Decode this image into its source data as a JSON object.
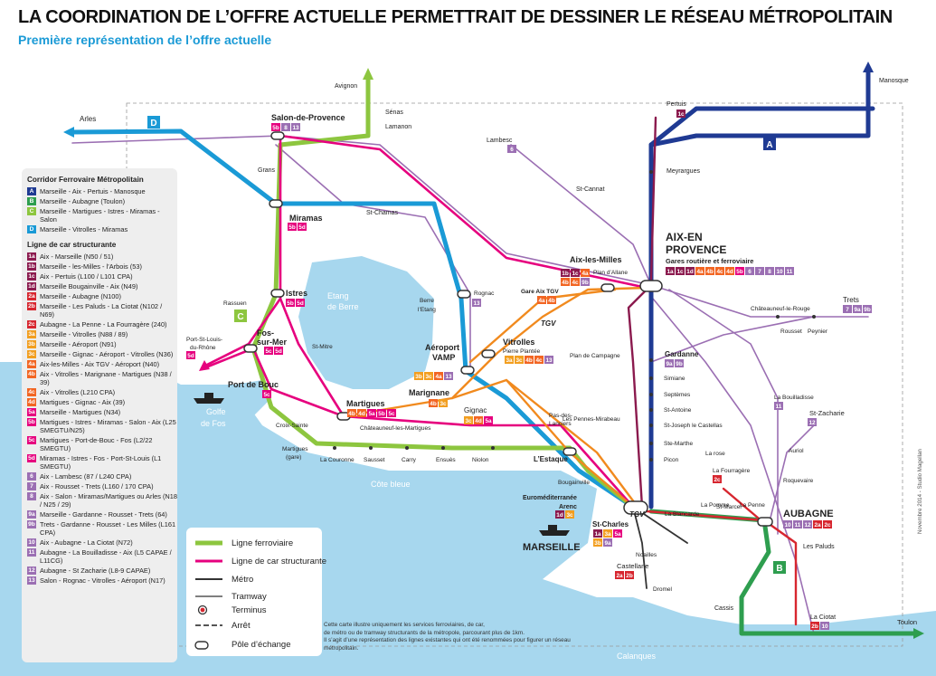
{
  "title": "LA COORDINATION DE L’OFFRE ACTUELLE PERMETTRAIT DE DESSINER LE RÉSEAU MÉTROPOLITAIN",
  "subtitle": "Première représentation de l’offre actuelle",
  "colors": {
    "rail": "#8dc63f",
    "bus": "#e6007e",
    "metro": "#333333",
    "lineA": "#1f3a93",
    "lineB": "#2e9e4f",
    "lineC": "#8dc63f",
    "lineD": "#1a9ad6",
    "purple": "#8b3a8f",
    "orange": "#f18a1e",
    "red": "#d7262f",
    "lilac": "#9b6fb3",
    "sea": "#a7d7ee"
  },
  "legend": {
    "section1": "Corridor Ferrovaire Métropolitain",
    "corridors": [
      {
        "code": "A",
        "text": "Marseille - Aix - Pertuis - Manosque",
        "color": "#1f3a93"
      },
      {
        "code": "B",
        "text": "Marseille - Aubagne (Toulon)",
        "color": "#2e9e4f"
      },
      {
        "code": "C",
        "text": "Marseille - Martigues - Istres - Miramas - Salon",
        "color": "#8dc63f"
      },
      {
        "code": "D",
        "text": "Marseille - Vitrolles - Miramas",
        "color": "#1a9ad6"
      }
    ],
    "section2": "Ligne de car structurante",
    "lines": [
      {
        "code": "1a",
        "text": "Aix - Marseille (N50 / 51)",
        "color": "#8b1a4e"
      },
      {
        "code": "1b",
        "text": "Marseille - les-Milles - l’Arbois (53)",
        "color": "#8b1a4e"
      },
      {
        "code": "1c",
        "text": "Aix - Pertuis (L100 / L101 CPA)",
        "color": "#8b1a4e"
      },
      {
        "code": "1d",
        "text": "Marseille Bougainville - Aix (N49)",
        "color": "#8b1a4e"
      },
      {
        "code": "2a",
        "text": "Marseille - Aubagne (N100)",
        "color": "#d7262f"
      },
      {
        "code": "2b",
        "text": "Marseille - Les Paluds - La Ciotat (N102 / N69)",
        "color": "#d7262f"
      },
      {
        "code": "2c",
        "text": "Aubagne - La Penne - La Fourragère (240)",
        "color": "#d7262f"
      },
      {
        "code": "3a",
        "text": "Marseille - Vitrolles (N88 / 89)",
        "color": "#f29e1f"
      },
      {
        "code": "3b",
        "text": "Marseille - Aéroport (N91)",
        "color": "#f29e1f"
      },
      {
        "code": "3c",
        "text": "Marseille - Gignac - Aéroport - Vitrolles (N36)",
        "color": "#f29e1f"
      },
      {
        "code": "4a",
        "text": "Aix-les-Milles - Aix TGV - Aéroport (N40)",
        "color": "#f26522"
      },
      {
        "code": "4b",
        "text": "Aix - Vitrolles - Marignane - Martigues (N38 / 39)",
        "color": "#f26522"
      },
      {
        "code": "4c",
        "text": "Aix - Vitrolles (L210 CPA)",
        "color": "#f26522"
      },
      {
        "code": "4d",
        "text": "Martigues - Gignac - Aix (39)",
        "color": "#f26522"
      },
      {
        "code": "5a",
        "text": "Marseille - Martigues (N34)",
        "color": "#e6007e"
      },
      {
        "code": "5b",
        "text": "Martigues - Istres - Miramas - Salon - Aix (L25 SMEGTU/N25)",
        "color": "#e6007e"
      },
      {
        "code": "5c",
        "text": "Martigues - Port-de-Bouc - Fos (L2/22 SMEGTU)",
        "color": "#e6007e"
      },
      {
        "code": "5d",
        "text": "Miramas - Istres - Fos - Port-St-Louis (L1 SMEGTU)",
        "color": "#e6007e"
      },
      {
        "code": "6",
        "text": "Aix - Lambesc (87 / L240 CPA)",
        "color": "#9b6fb3"
      },
      {
        "code": "7",
        "text": "Aix - Rousset - Trets (L160 / 170 CPA)",
        "color": "#9b6fb3"
      },
      {
        "code": "8",
        "text": "Aix - Salon - Miramas/Martigues ou Arles (N18 / N25 / 29)",
        "color": "#9b6fb3"
      },
      {
        "code": "9a",
        "text": "Marseille - Gardanne - Rousset - Trets (64)",
        "color": "#9b6fb3"
      },
      {
        "code": "9b",
        "text": "Trets - Gardanne - Rousset - Les Milles (L161 CPA)",
        "color": "#9b6fb3"
      },
      {
        "code": "10",
        "text": "Aix - Aubagne - La Ciotat (N72)",
        "color": "#9b6fb3"
      },
      {
        "code": "11",
        "text": "Aubagne - La Bouilladisse - Aix (L5 CAPAE / L11CG)",
        "color": "#9b6fb3"
      },
      {
        "code": "12",
        "text": "Aubagne - St Zacharie (L8-9 CAPAE)",
        "color": "#9b6fb3"
      },
      {
        "code": "13",
        "text": "Salon - Rognac - Vitrolles - Aéroport (N17)",
        "color": "#9b6fb3"
      }
    ]
  },
  "key": {
    "rail": "Ligne ferroviaire",
    "bus": "Ligne de car structurante",
    "metro": "Métro",
    "tram": "Tramway",
    "terminus": "Terminus",
    "stop": "Arrêt",
    "hub": "Pôle d’échange"
  },
  "note": {
    "line1": "Cette carte illustre uniquement les services ferroviaires, de car,",
    "line2": "de métro ou de tramway structurants de la métropole, parcourant plus de 1km.",
    "line3": "Il s’agit d’une représentation des lignes existantes qui ont été renommées pour figurer un réseau métropolitain."
  },
  "credit": "Novembre 2014 - Studio Magellan",
  "places": {
    "avignon": "Avignon",
    "senas": "Sénas",
    "lamanon": "Lamanon",
    "arles": "Arles",
    "salon": "Salon-de-Provence",
    "grans": "Grans",
    "miramas": "Miramas",
    "stchamas": "St-Chamas",
    "lambesc": "Lambesc",
    "stcannat": "St-Cannat",
    "pertuis": "Pertuis",
    "manosque": "Manosque",
    "meyrargues": "Meyrargues",
    "aix1": "AIX-EN",
    "aix2": "PROVENCE",
    "aix3": "Gares routière et ferroviaire",
    "aixmilles": "Aix-les-Milles",
    "plandallene": "Plan d’Allane",
    "garetgv": "Gare Aix TGV",
    "etang1": "Etang",
    "etang2": "de Berre",
    "berre1": "Berre",
    "berre2": "l’Etang",
    "rognac": "Rognac",
    "rassuen": "Rassuen",
    "istres": "Istres",
    "fos1": "Fos-",
    "fos2": "sur-Mer",
    "psl1": "Port-St-Louis-",
    "psl2": "du-Rhône",
    "stmitre": "St-Mitre",
    "portdebouc": "Port de Bouc",
    "golfe1": "Golfe",
    "golfe2": "de Fos",
    "martigues": "Martigues",
    "chateauneuf": "Châteauneuf-les-Martigues",
    "croixsainte": "Croix-Sainte",
    "martgare1": "Martigues",
    "martgare2": "(gare)",
    "lacouronne": "La Couronne",
    "sausset": "Sausset",
    "carry": "Carry",
    "ensues": "Ensuès",
    "niolon": "Niolon",
    "cotebleue": "Côte bleue",
    "aeroport1": "Aéroport",
    "aeroport2": "VAMP",
    "marignane": "Marignane",
    "vitrolles": "Vitrolles",
    "pierreplantee": "Pierre Plantée",
    "plandecampagne": "Plan de Campagne",
    "gignac": "Gignac",
    "pasdeslanciers1": "Pas-des-",
    "pasdeslanciers2": "Lanciers",
    "pennesmirabeau": "Les Pennes-Mirabeau",
    "lestaque": "L’Estaque",
    "bougainville": "Bougainville",
    "euromed1": "Euroméditerranée",
    "euromed2": "Arenc",
    "stcharles": "St-Charles",
    "marseille": "MARSEILLE",
    "noailles": "Noailles",
    "castellane": "Castellane",
    "dromel": "Dromel",
    "calanques": "Calanques",
    "gardanne": "Gardanne",
    "simiane": "Simiane",
    "septemes": "Septèmes",
    "stantoine": "St-Antoine",
    "stjoseph": "St-Joseph le Castellas",
    "stemarthe": "Ste-Marthe",
    "picon": "Picon",
    "larose": "La rose",
    "lafourragere": "La Fourragère",
    "blancarde": "La Blancarde",
    "lapomme": "La Pomme",
    "stmarcel": "St-Marcel",
    "lapenne": "La Penne",
    "aubagne": "AUBAGNE",
    "lespaluds": "Les Paluds",
    "cassis": "Cassis",
    "laciotat": "La Ciotat",
    "toulon": "Toulon",
    "trets": "Trets",
    "chateauneufrouge": "Châteauneuf-le-Rouge",
    "rousset": "Rousset",
    "peynier": "Peynier",
    "labouilladisse": "La Bouilladisse",
    "stzacharie": "St-Zacharie",
    "auriol": "Auriol",
    "roquevaire": "Roquevaire",
    "tgv": "TGV"
  },
  "badges": {
    "salon": [
      "5b",
      "8",
      "13"
    ],
    "miramas": [
      "5b",
      "5d"
    ],
    "lambesc": [
      "6"
    ],
    "pertuis": [
      "1c"
    ],
    "aix": [
      "1a",
      "1c",
      "1d",
      "4a",
      "4b",
      "4c",
      "4d",
      "5b",
      "6",
      "7",
      "8",
      "10",
      "11"
    ],
    "aixmilles1": [
      "1b",
      "1c",
      "4a"
    ],
    "aixmilles2": [
      "4b",
      "4c",
      "9b"
    ],
    "garetgv": [
      "4a",
      "4b"
    ],
    "rognac": [
      "13"
    ],
    "istres": [
      "5b",
      "5d"
    ],
    "fos": [
      "5c",
      "5d"
    ],
    "psl": [
      "5d"
    ],
    "portdebouc": [
      "5c"
    ],
    "martigues": [
      "4b",
      "4d",
      "5a",
      "5b",
      "5c"
    ],
    "aeroport": [
      "3b",
      "3c",
      "4a",
      "13"
    ],
    "vitrolles": [
      "3a",
      "3c",
      "4b",
      "4c",
      "13"
    ],
    "marignane": [
      "4b",
      "3c"
    ],
    "gignac": [
      "3c",
      "4d",
      "5a"
    ],
    "euromed": [
      "1d",
      "3c"
    ],
    "stcharles": [
      "1a",
      "3a",
      "5a",
      "3b",
      "9a"
    ],
    "castellane": [
      "2a",
      "2b"
    ],
    "gardanne": [
      "9a",
      "9b"
    ],
    "trets": [
      "7",
      "9a",
      "9b"
    ],
    "labouilladisse": [
      "11"
    ],
    "stzacharie": [
      "12"
    ],
    "aubagne": [
      "10",
      "11",
      "12",
      "2a",
      "2c"
    ],
    "laciotat": [
      "2b",
      "10"
    ],
    "lafourragere": [
      "2c"
    ]
  },
  "line_letters": {
    "A": "A",
    "B": "B",
    "C": "C",
    "D": "D"
  }
}
